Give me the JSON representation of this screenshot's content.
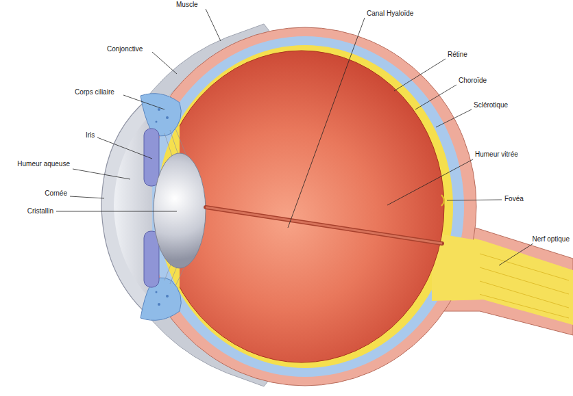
{
  "diagram": {
    "labels": [
      "Muscle",
      "Conjonctive",
      "Corps ciliaire",
      "Iris",
      "Humeur aqueuse",
      "Cornée",
      "Cristallin",
      "Canal Hyaloïde",
      "Rétine",
      "Choroïde",
      "Sclérotique",
      "Humeur vitrée",
      "Fovéa",
      "Nerf optique"
    ]
  }
}
